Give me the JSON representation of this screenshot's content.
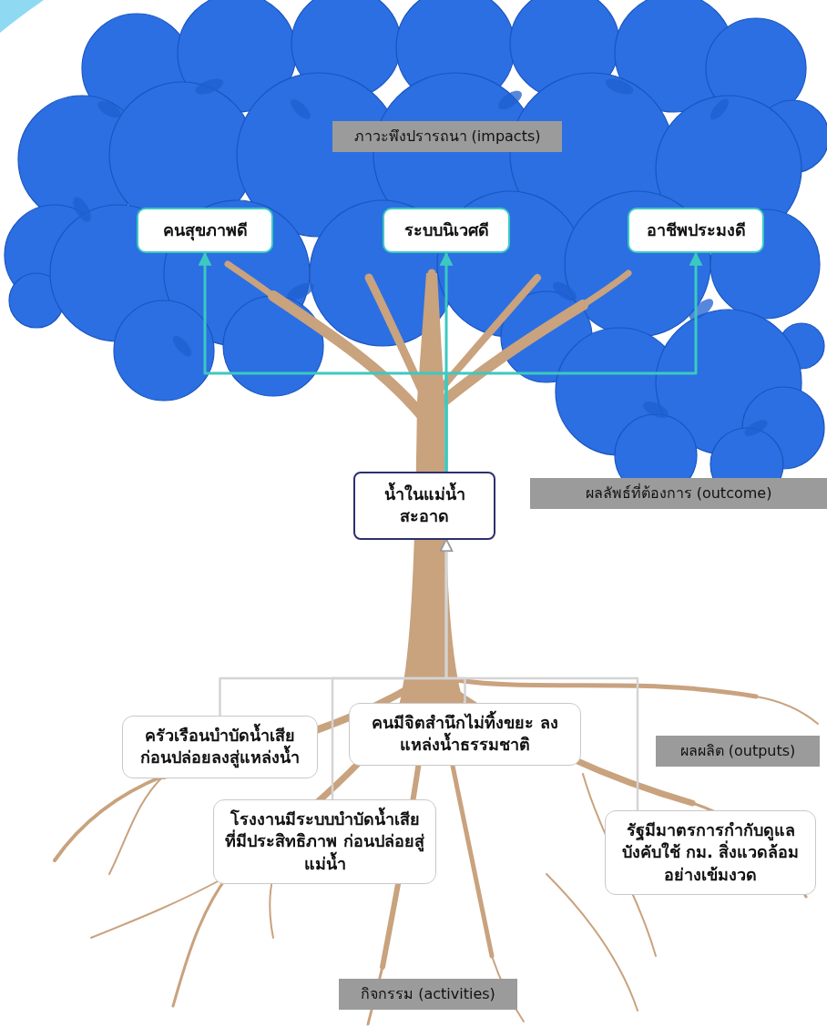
{
  "diagram": {
    "nodes": [
      {
        "text": [
          "ภาวะพึงปรารถนา (impacts)"
        ]
      },
      {
        "text": [
          "คนสุขภาพดี"
        ]
      },
      {
        "text": [
          "ระบบนิเวศดี"
        ]
      },
      {
        "text": [
          "อาชีพประมงดี"
        ]
      },
      {
        "text": [
          "น้ำในแม่น้ำสะอาด"
        ]
      },
      {
        "text": [
          "ผลลัพธ์ที่ต้องการ (outcome)"
        ]
      },
      {
        "text": [
          "ครัวเรือนบำบัดน้ำเสีย ก่อนปล่อยลงสู่แหล่งน้ำ"
        ]
      },
      {
        "text": [
          "คนมีจิตสำนึกไม่ทิ้งขยะ ลงแหล่งน้ำธรรมชาติ"
        ]
      },
      {
        "text": [
          "ผลผลิต (outputs)"
        ]
      },
      {
        "text": [
          "โรงงานมีระบบบำบัดน้ำเสีย ที่มีประสิทธิภาพ ก่อนปล่อยสู่แม่น้ำ"
        ]
      },
      {
        "text": [
          "รัฐมีมาตรการกำกับดูแล บังคับใช้ กม. สิ่งแวดล้อม อย่างเข้มงวด"
        ]
      },
      {
        "text": [
          "กิจกรรม (activities)"
        ]
      }
    ],
    "edges": [
      {
        "from": 4,
        "to": 1,
        "arrow": "to"
      },
      {
        "from": 4,
        "to": 2,
        "arrow": "to"
      },
      {
        "from": 4,
        "to": 3,
        "arrow": "to"
      },
      {
        "from": 6,
        "to": 4,
        "arrow": "to"
      },
      {
        "from": 7,
        "to": 4,
        "arrow": "to"
      },
      {
        "from": 9,
        "to": 4,
        "arrow": "to"
      },
      {
        "from": 10,
        "to": 4,
        "arrow": "to"
      }
    ]
  }
}
